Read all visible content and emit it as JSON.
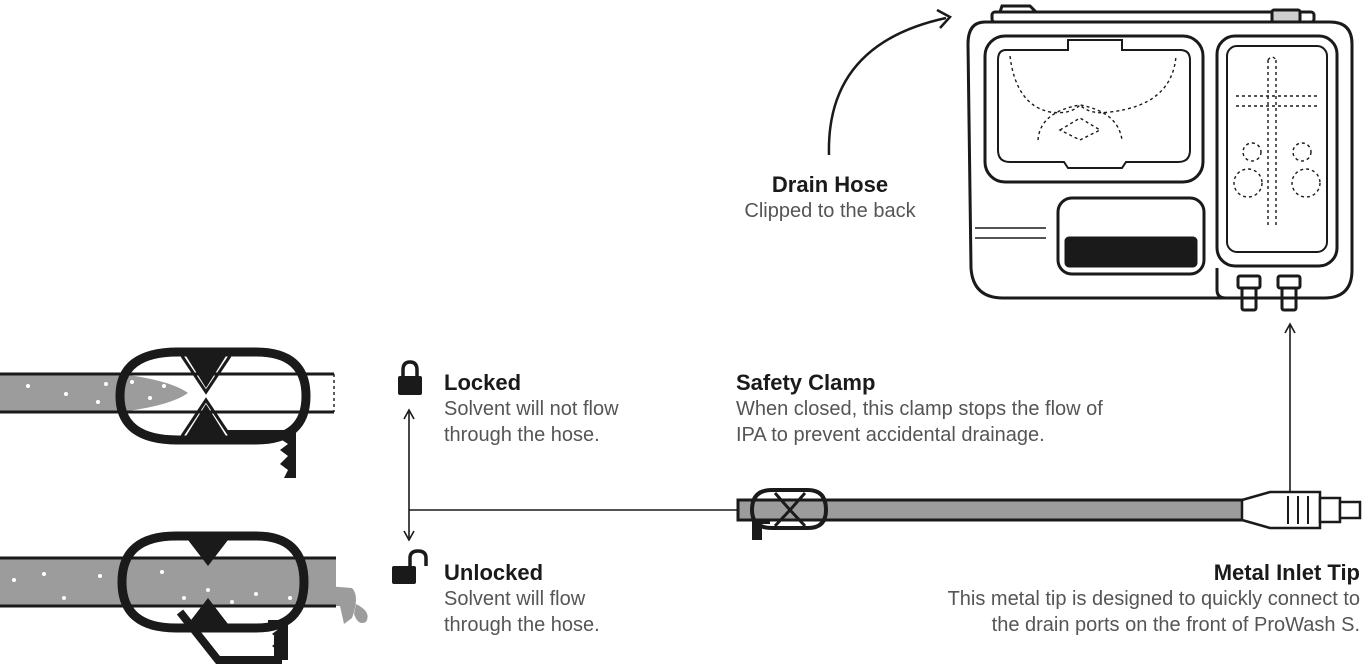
{
  "callouts": {
    "drain_hose": {
      "title": "Drain Hose",
      "desc": "Clipped to the back"
    },
    "locked": {
      "title": "Locked",
      "desc_line1": "Solvent will not flow",
      "desc_line2": "through the hose."
    },
    "unlocked": {
      "title": "Unlocked",
      "desc_line1": "Solvent will flow",
      "desc_line2": "through the hose."
    },
    "safety_clamp": {
      "title": "Safety Clamp",
      "desc_line1": "When closed, this clamp stops the flow of",
      "desc_line2": "IPA to prevent accidental drainage."
    },
    "metal_inlet_tip": {
      "title": "Metal Inlet Tip",
      "desc_line1": "This metal tip is designed to quickly connect to",
      "desc_line2": "the drain ports on the front of ProWash S."
    }
  },
  "icons": {
    "locked": "lock-closed-icon",
    "unlocked": "lock-open-icon"
  },
  "colors": {
    "line": "#1a1a1a",
    "hose_fill": "#9c9c9c",
    "text_dark": "#1a1a1a",
    "text_muted": "#555555"
  }
}
